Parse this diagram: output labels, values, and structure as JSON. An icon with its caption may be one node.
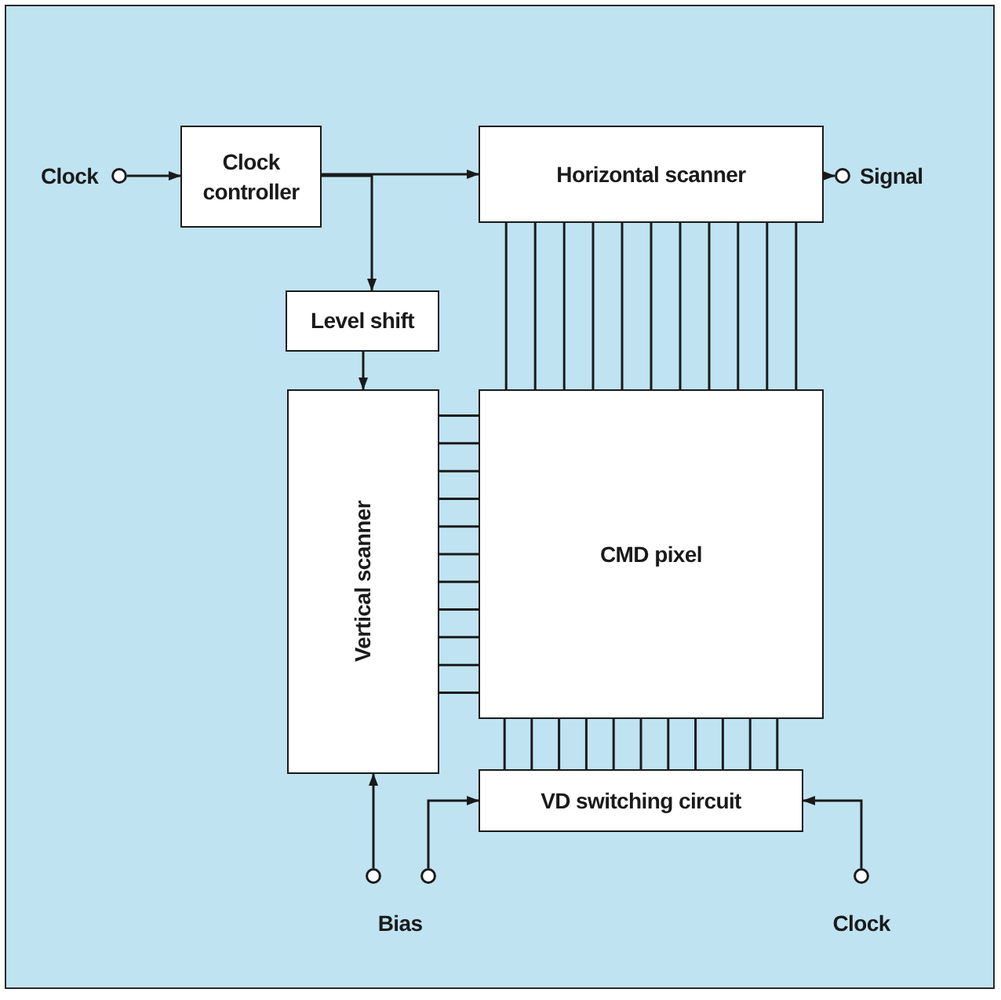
{
  "diagram": {
    "nodes": [
      {
        "text": [],
        "shape": "circle",
        "beside": [
          "Clock"
        ]
      },
      {
        "text": [
          "Clock controller"
        ]
      },
      {
        "text": [
          "Horizontal scanner"
        ]
      },
      {
        "text": [],
        "shape": "circle",
        "beside": [
          "Signal"
        ]
      },
      {
        "text": [
          "Level shift"
        ]
      },
      {
        "text": [
          "Vertical scanner"
        ]
      },
      {
        "text": [
          "CMD pixel"
        ]
      },
      {
        "text": [
          "VD switching circuit"
        ]
      },
      {
        "text": [],
        "shape": "circle",
        "beside": [
          "Bias"
        ]
      },
      {
        "text": [],
        "shape": "circle"
      },
      {
        "text": [],
        "shape": "circle",
        "beside": [
          "Clock"
        ]
      }
    ],
    "edges": [
      {
        "from": 0,
        "to": 1,
        "arrow": "to"
      },
      {
        "from": 1,
        "to": 2,
        "arrow": "to"
      },
      {
        "from": 1,
        "to": 4,
        "arrow": "to"
      },
      {
        "from": 2,
        "to": 3,
        "arrow": "to"
      },
      {
        "from": 4,
        "to": 5,
        "arrow": "to"
      },
      {
        "from": 2,
        "to": 6,
        "arrow": "none"
      },
      {
        "from": 2,
        "to": 6,
        "arrow": "none"
      },
      {
        "from": 2,
        "to": 6,
        "arrow": "none"
      },
      {
        "from": 2,
        "to": 6,
        "arrow": "none"
      },
      {
        "from": 2,
        "to": 6,
        "arrow": "none"
      },
      {
        "from": 2,
        "to": 6,
        "arrow": "none"
      },
      {
        "from": 2,
        "to": 6,
        "arrow": "none"
      },
      {
        "from": 2,
        "to": 6,
        "arrow": "none"
      },
      {
        "from": 2,
        "to": 6,
        "arrow": "none"
      },
      {
        "from": 2,
        "to": 6,
        "arrow": "none"
      },
      {
        "from": 2,
        "to": 6,
        "arrow": "none"
      },
      {
        "from": 5,
        "to": 6,
        "arrow": "none"
      },
      {
        "from": 5,
        "to": 6,
        "arrow": "none"
      },
      {
        "from": 5,
        "to": 6,
        "arrow": "none"
      },
      {
        "from": 5,
        "to": 6,
        "arrow": "none"
      },
      {
        "from": 5,
        "to": 6,
        "arrow": "none"
      },
      {
        "from": 5,
        "to": 6,
        "arrow": "none"
      },
      {
        "from": 5,
        "to": 6,
        "arrow": "none"
      },
      {
        "from": 5,
        "to": 6,
        "arrow": "none"
      },
      {
        "from": 5,
        "to": 6,
        "arrow": "none"
      },
      {
        "from": 5,
        "to": 6,
        "arrow": "none"
      },
      {
        "from": 5,
        "to": 6,
        "arrow": "none"
      },
      {
        "from": 6,
        "to": 7,
        "arrow": "none"
      },
      {
        "from": 6,
        "to": 7,
        "arrow": "none"
      },
      {
        "from": 6,
        "to": 7,
        "arrow": "none"
      },
      {
        "from": 6,
        "to": 7,
        "arrow": "none"
      },
      {
        "from": 6,
        "to": 7,
        "arrow": "none"
      },
      {
        "from": 6,
        "to": 7,
        "arrow": "none"
      },
      {
        "from": 6,
        "to": 7,
        "arrow": "none"
      },
      {
        "from": 6,
        "to": 7,
        "arrow": "none"
      },
      {
        "from": 6,
        "to": 7,
        "arrow": "none"
      },
      {
        "from": 6,
        "to": 7,
        "arrow": "none"
      },
      {
        "from": 6,
        "to": 7,
        "arrow": "none"
      },
      {
        "from": 8,
        "to": 5,
        "arrow": "to"
      },
      {
        "from": 9,
        "to": 7,
        "arrow": "to"
      },
      {
        "from": 10,
        "to": 7,
        "arrow": "to"
      }
    ]
  }
}
